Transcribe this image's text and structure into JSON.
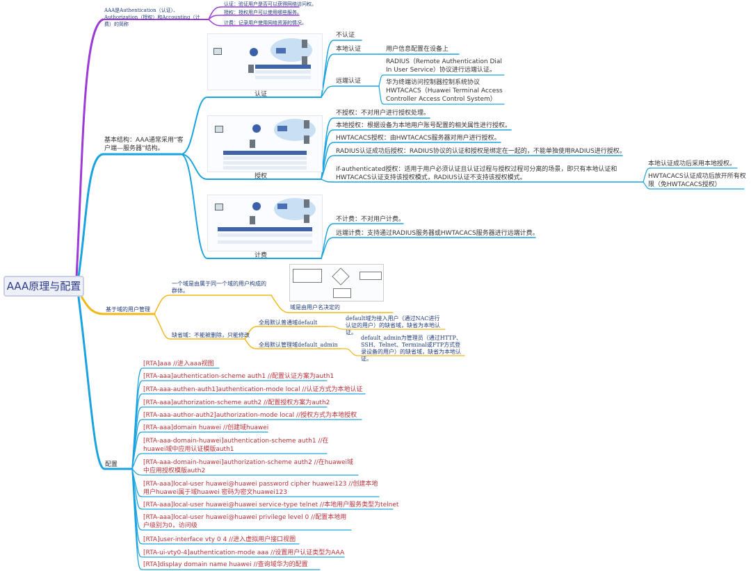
{
  "root": "AAA原理与配置",
  "top_branch": {
    "title": "AAA是Authentication（认证）、Authorization（授权）和Accounting（计费）的简称",
    "items": [
      "认证：验证用户是否可以获得网络访问权。",
      "授权：授权用户可以使用哪些服务。",
      "计费：记录用户使用网络资源的情况。"
    ]
  },
  "basic": {
    "label": "基本结构：AAA通常采用“客户端—服务器”结构。",
    "auth": {
      "caption": "认证",
      "items": [
        "不认证",
        "本地认证",
        "远端认证"
      ],
      "local_detail": "用户信息配置在设备上",
      "remote_details": [
        "RADIUS（Remote Authentication Dial In User Service）协议进行远端认证。",
        "华为终端访问控制器控制系统协议HWTACACS（Huawei Terminal Access Controller Access Control System）"
      ]
    },
    "authz": {
      "caption": "授权",
      "items": [
        "不授权：不对用户进行授权处理。",
        "本地授权：根据设备为本地用户账号配置的相关属性进行授权。",
        "HWTACACS授权：由HWTACACS服务器对用户进行授权。",
        "RADIUS认证成功后授权：RADIUS协议的认证和授权是绑定在一起的，不能单独使用RADIUS进行授权。",
        "if-authenticated授权：适用于用户必须认证且认证过程与授权过程可分离的场景，即只有本地认证和HWTACACS认证支持该授权模式，RADIUS认证不支持该授权模式。"
      ],
      "sub": [
        "本地认证成功后采用本地授权。",
        "HWTACACS认证成功后放开所有权限（免HWTACACS授权）"
      ]
    },
    "acct": {
      "caption": "计费",
      "items": [
        "不计费：不对用户计费。",
        "远端计费：支持通过RADIUS服务器或HWTACACS服务器进行远端计费。"
      ]
    }
  },
  "domain": {
    "label": "基于域的用户管理",
    "def": "一个域是由属于同一个域的用户构成的群体。",
    "decide": "域是由用户名决定的",
    "default_label": "缺省域：不能被删除，只能修改",
    "global_default": "全局默认普通域default",
    "global_default_desc": "default域为接入用户（通过NAC进行认证的用户）的缺省域，缺省为本地认证。",
    "global_admin": "全局默认管理域default_admin",
    "global_admin_desc": "default_admin为管理员（通过HTTP、SSH、Telnet、Terminal或FTP方式登录设备的用户）的缺省域，缺省为本地认证。"
  },
  "config": {
    "label": "配置",
    "lines": [
      "[RTA]aaa  //进入aaa视图",
      "[RTA-aaa]authentication-scheme auth1  //配置认证方案为auth1",
      "[RTA-aaa-authen-auth1]authentication-mode local   //认证方式为本地认证",
      "[RTA-aaa]authorization-scheme auth2  //配置授权方案为auth2",
      "[RTA-aaa-author-auth2]authorization-mode local   //授权方式为本地授权",
      "[RTA-aaa]domain huawei  //创建域huawei",
      "[RTA-aaa-domain-huawei]authentication-scheme auth1  //在huawei域中应用认证模版auth1",
      "[RTA-aaa-domain-huawei]authorization-scheme auth2  //在huawei域中应用授权模版auth2",
      "[RTA-aaa]local-user huawei@huawei password cipher huawei123   //创建本地用户huawei属于域huawei 密码为密文huawei123",
      "[RTA-aaa]local-user huawei@huawei service-type telnet   //本地用户服务类型为telnet",
      "[RTA-aaa]local-user huawei@huawei privilege level 0  //配置本地用户级别为0，访问级",
      "[RTA]user-interface vty 0 4  //进入虚拟用户接口视图",
      "[RTA-ui-vty0-4]authentication-mode aaa  //设置用户认证类型为AAA",
      "[RTA]display domain name huawei         //查询域华为的配置"
    ]
  },
  "colors": {
    "purple": "#9b3ad6",
    "blue": "#1aa3df",
    "yellow": "#f1b81a",
    "config_text": "#b8313a"
  }
}
